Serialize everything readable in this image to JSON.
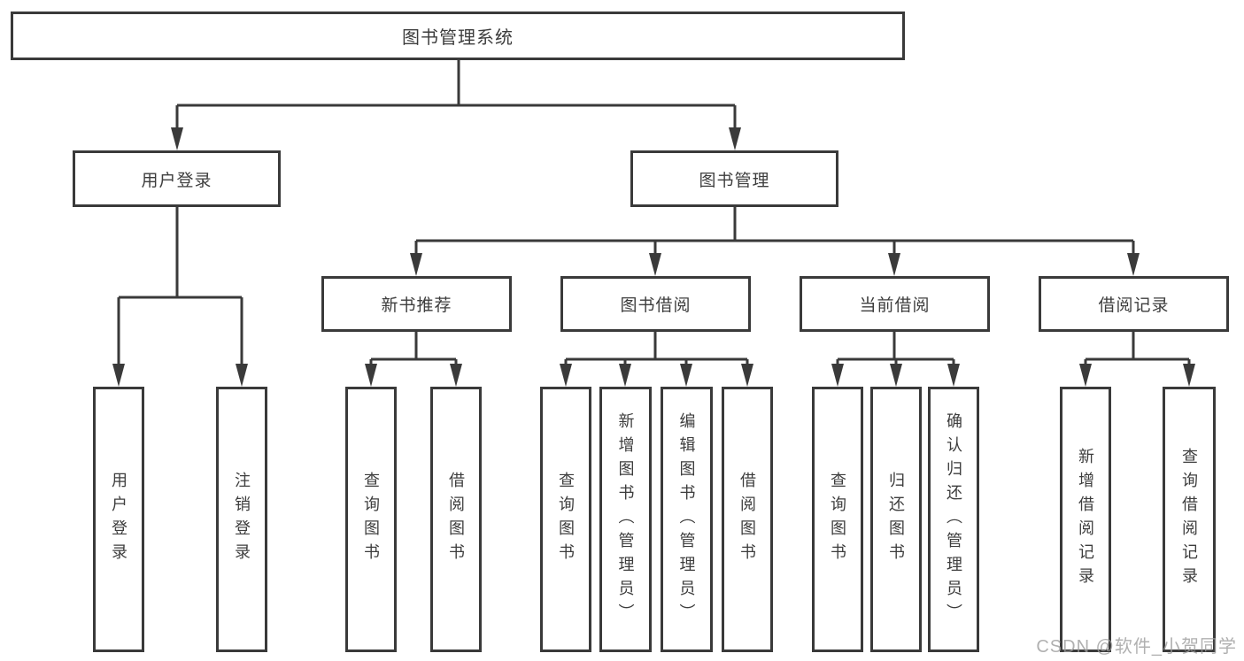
{
  "diagram": {
    "root": "图书管理系统",
    "branches": [
      {
        "label": "用户登录",
        "children": [
          {
            "label": "用户登录"
          },
          {
            "label": "注销登录"
          }
        ]
      },
      {
        "label": "图书管理",
        "children": [
          {
            "label": "新书推荐",
            "children": [
              {
                "label": "查询图书"
              },
              {
                "label": "借阅图书"
              }
            ]
          },
          {
            "label": "图书借阅",
            "children": [
              {
                "label": "查询图书"
              },
              {
                "label": "新增图书（管理员）"
              },
              {
                "label": "编辑图书（管理员）"
              },
              {
                "label": "借阅图书"
              }
            ]
          },
          {
            "label": "当前借阅",
            "children": [
              {
                "label": "查询图书"
              },
              {
                "label": "归还图书"
              },
              {
                "label": "确认归还（管理员）"
              }
            ]
          },
          {
            "label": "借阅记录",
            "children": [
              {
                "label": "新增借阅记录"
              },
              {
                "label": "查询借阅记录"
              }
            ]
          }
        ]
      }
    ]
  },
  "watermark": {
    "text": "CSDN @软件_小贺同学"
  },
  "colors": {
    "line": "#3a3a3a",
    "text": "#3d3d3d",
    "watermark": "#9c9c9c",
    "background": "#ffffff"
  }
}
